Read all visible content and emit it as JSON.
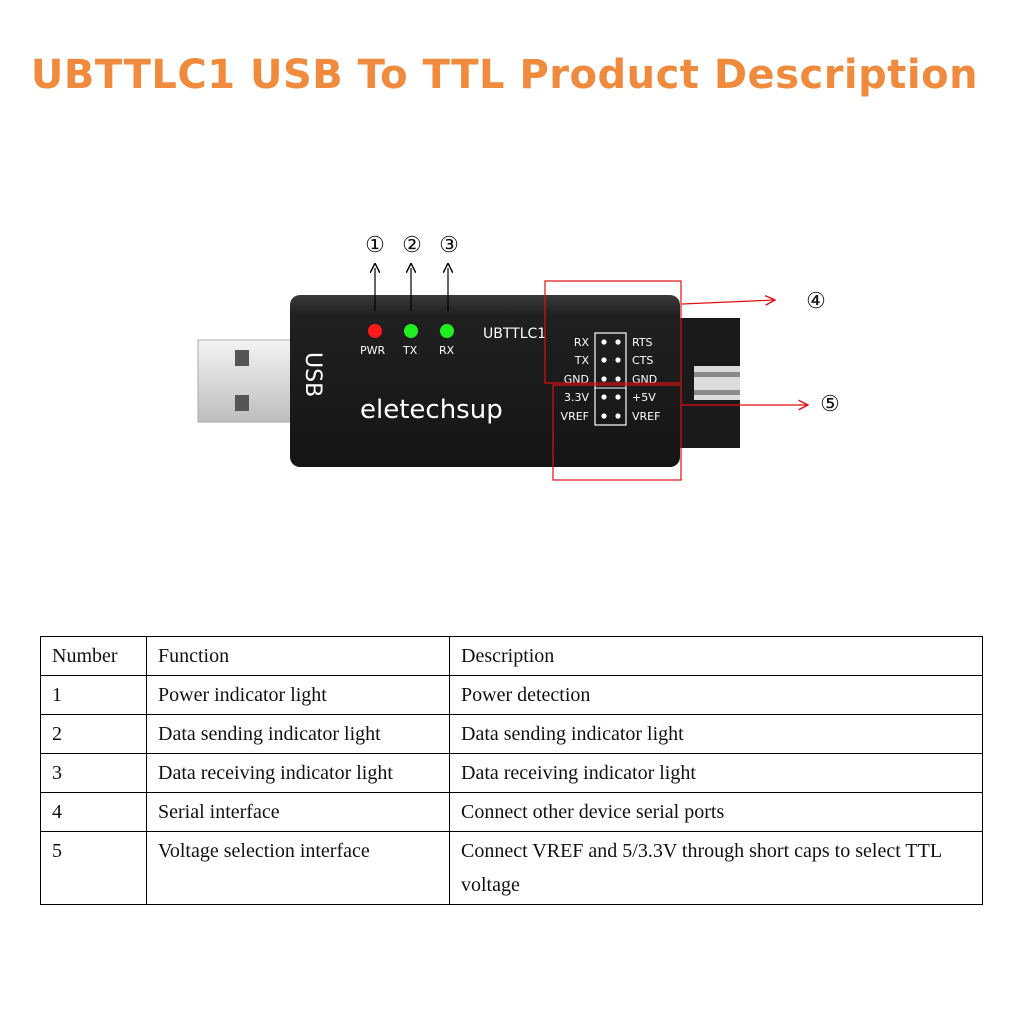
{
  "title": "UBTTLC1 USB To TTL Product Description",
  "device": {
    "usb_label": "USB",
    "model": "UBTTLC1",
    "brand": "eletechsup",
    "leds": [
      {
        "label": "PWR",
        "color": "#ff1a1a"
      },
      {
        "label": "TX",
        "color": "#22ee22"
      },
      {
        "label": "RX",
        "color": "#22ee22"
      }
    ],
    "pins_left": [
      "RX",
      "TX",
      "GND",
      "3.3V",
      "VREF"
    ],
    "pins_right": [
      "RTS",
      "CTS",
      "GND",
      "+5V",
      "VREF"
    ]
  },
  "callouts": [
    "①",
    "②",
    "③",
    "④",
    "⑤"
  ],
  "table": {
    "headers": [
      "Number",
      "Function",
      "Description"
    ],
    "rows": [
      [
        "1",
        "Power indicator light",
        "Power detection"
      ],
      [
        "2",
        "Data sending indicator light",
        "Data sending indicator light"
      ],
      [
        "3",
        "Data receiving indicator light",
        "Data receiving indicator light"
      ],
      [
        "4",
        "Serial interface",
        "Connect other device serial ports"
      ],
      [
        "5",
        "Voltage selection interface",
        "Connect VREF and 5/3.3V through short caps to select TTL voltage"
      ]
    ]
  }
}
